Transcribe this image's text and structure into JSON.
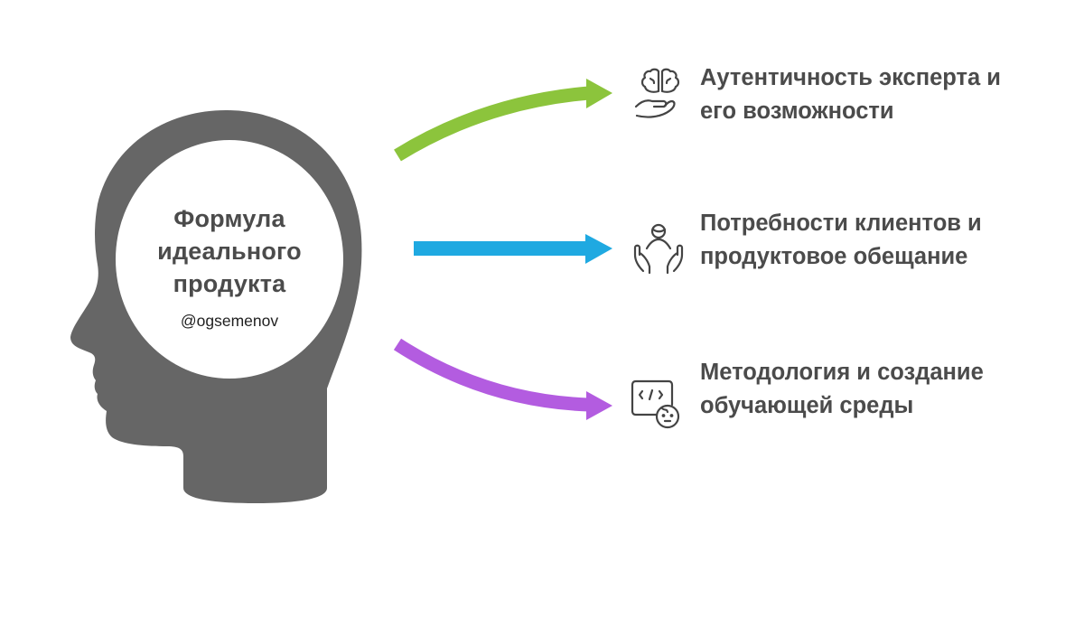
{
  "diagram": {
    "center": {
      "title_lines": [
        "Формула",
        "идеального",
        "продукта"
      ],
      "handle": "@ogsemenov",
      "head_color": "#666666"
    },
    "branches": [
      {
        "lines": [
          "Аутентичность эксперта и",
          "его возможности"
        ],
        "icon": "brain-in-hand-icon",
        "arrow_color": "#8cc43c",
        "arrow_shape": "curved-up"
      },
      {
        "lines": [
          "Потребности клиентов и",
          "продуктовое обещание"
        ],
        "icon": "person-in-hands-icon",
        "arrow_color": "#1fa9e1",
        "arrow_shape": "straight"
      },
      {
        "lines": [
          "Методология и создание",
          "обучающей среды"
        ],
        "icon": "code-window-with-face-icon",
        "arrow_color": "#b35ce0",
        "arrow_shape": "curved-down"
      }
    ]
  }
}
